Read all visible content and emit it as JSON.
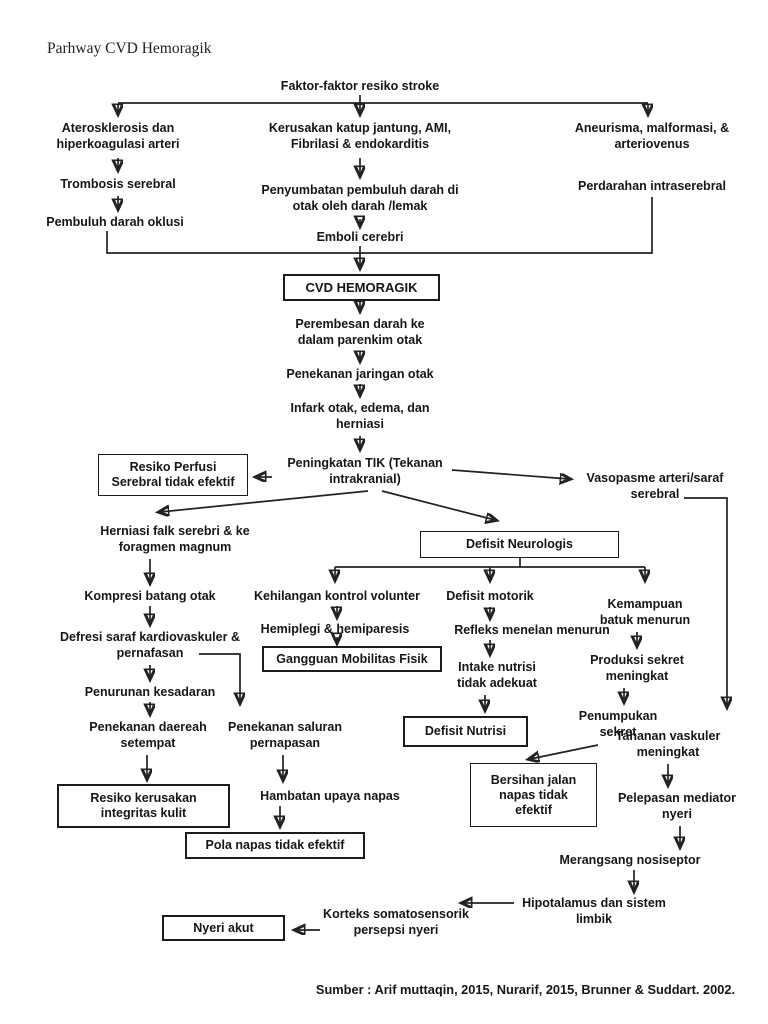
{
  "title": "Parhway CVD Hemoragik",
  "source": "Sumber : Arif muttaqin, 2015, Nurarif, 2015, Brunner & Suddart. 2002.",
  "colors": {
    "ink": "#1a1a1a",
    "background": "#ffffff"
  },
  "nodes": {
    "faktor_resiko": "Faktor-faktor resiko stroke",
    "aterosklerosis": "Aterosklerosis dan hiperkoagulasi arteri",
    "kerusakan_katup": "Kerusakan katup jantung, AMI, Fibrilasi & endokarditis",
    "aneurisma": "Aneurisma, malformasi, & arteriovenus",
    "trombosis": "Trombosis serebral",
    "pembuluh_oklusi": "Pembuluh darah oklusi",
    "penyumbatan": "Penyumbatan pembuluh darah di otak oleh darah /lemak",
    "emboli": "Emboli cerebri",
    "perdarahan": "Perdarahan intraserebral",
    "cvd": "CVD HEMORAGIK",
    "perembesan": "Perembesan darah ke dalam parenkim otak",
    "penekanan_jaringan": "Penekanan jaringan otak",
    "infark": "Infark otak, edema, dan herniasi",
    "peningkatan_tik": "Peningkatan TIK (Tekanan intrakranial)",
    "resiko_perfusi": "Resiko Perfusi Serebral tidak efektif",
    "vasopasme": "Vasopasme arteri/saraf serebral",
    "herniasi_falk": "Herniasi falk serebri & ke foragmen magnum",
    "defisit_neurologis": "Defisit Neurologis",
    "kompresi": "Kompresi batang otak",
    "defresi": "Defresi saraf kardiovaskuler & pernafasan",
    "penurunan_kesadaran": "Penurunan kesadaran",
    "penekanan_daereah": "Penekanan daereah setempat",
    "resiko_kerusakan": "Resiko kerusakan integritas kulit",
    "penekanan_saluran": "Penekanan saluran pernapasan",
    "hambatan": "Hambatan upaya napas",
    "pola_napas": "Pola napas tidak efektif",
    "kehilangan": "Kehilangan kontrol volunter",
    "hemiplegi": "Hemiplegi & hemiparesis",
    "gangguan_mobilitas": "Gangguan Mobilitas Fisik",
    "defisit_motorik": "Defisit motorik",
    "refleks": "Refleks menelan menurun",
    "intake": "Intake nutrisi tidak adekuat",
    "defisit_nutrisi": "Defisit Nutrisi",
    "kemampuan_batuk": "Kemampuan batuk menurun",
    "produksi_sekret": "Produksi sekret meningkat",
    "penumpukan_sekret": "Penumpukan sekret",
    "bersihan_jalan": "Bersihan jalan napas tidak efektif",
    "tahanan_vaskuler": "Tahanan vaskuler meningkat",
    "pelepasan_mediator": "Pelepasan mediator nyeri",
    "merangsang": "Merangsang nosiseptor",
    "hipotalamus": "Hipotalamus dan sistem limbik",
    "korteks": "Korteks somatosensorik persepsi nyeri",
    "nyeri_akut": "Nyeri akut"
  }
}
